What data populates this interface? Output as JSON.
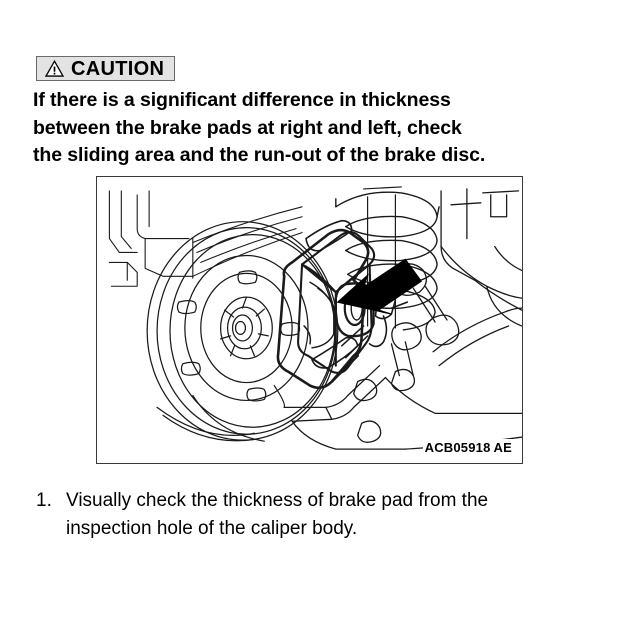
{
  "caution": {
    "label": "CAUTION",
    "icon": "warning-triangle-icon",
    "background_color": "#e3e3e3",
    "border_color": "#6a6a6a",
    "lines": [
      "If there is a significant difference in thickness",
      "between the brake pads at right and left, check",
      "the sliding area and the run-out of the brake disc."
    ]
  },
  "figure": {
    "id_code": "ACB05918",
    "id_suffix": "AE",
    "alt": "Rear disc brake assembly: brake disc with wheel hub and five studs, caliper body with inspection hole, coil spring, suspension arms; black arrow indicates the caliper inspection hole",
    "line_color": "#1a1a1a",
    "border_color": "#3a3a3a"
  },
  "steps": [
    {
      "number": "1.",
      "lines": [
        "Visually check the thickness of brake pad from the",
        "inspection hole of the caliper body."
      ]
    }
  ]
}
